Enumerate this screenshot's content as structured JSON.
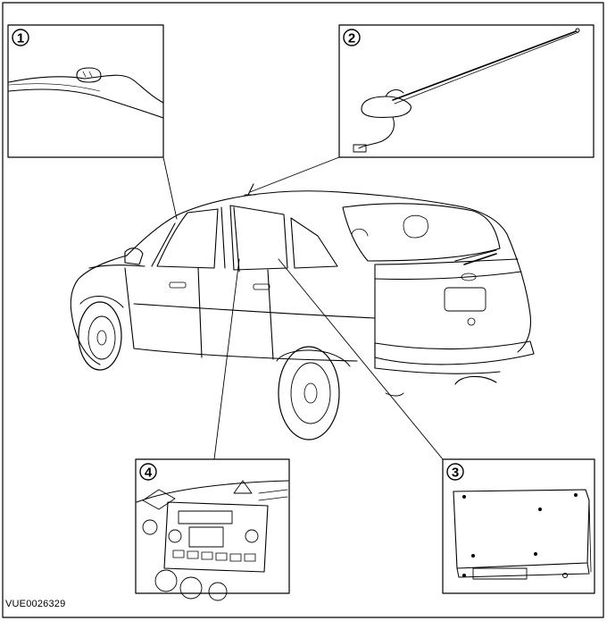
{
  "figure": {
    "reference_code": "VUE0026329",
    "callouts": [
      {
        "number": "1",
        "depicts": "roof-mounted-antenna-detail"
      },
      {
        "number": "2",
        "depicts": "antenna-mast-with-cable"
      },
      {
        "number": "3",
        "depicts": "control-module-box"
      },
      {
        "number": "4",
        "depicts": "dashboard-audio-unit"
      }
    ],
    "colors": {
      "line": "#000000",
      "background": "#ffffff"
    }
  }
}
